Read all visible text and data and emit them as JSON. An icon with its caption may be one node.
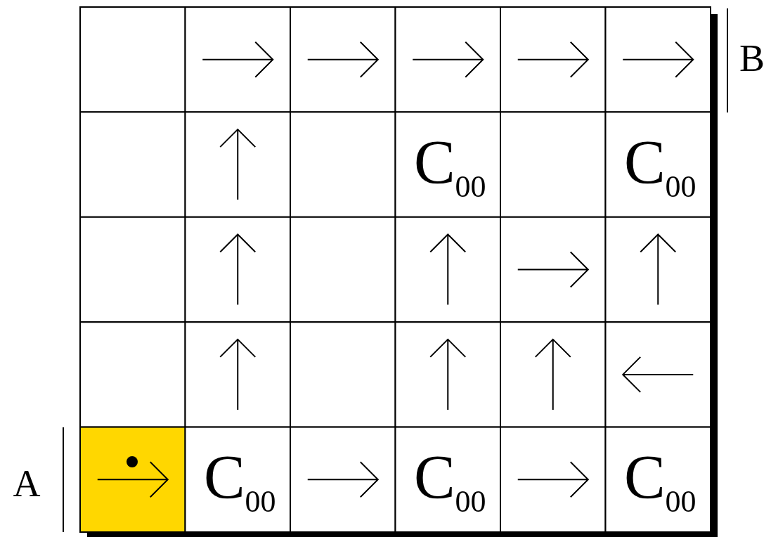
{
  "diagram": {
    "labels": [
      "B",
      "C$_{00}$",
      "C$_{00}$",
      "A",
      "C$_{00}$",
      "C$_{00}$",
      "C$_{00}$"
    ]
  }
}
